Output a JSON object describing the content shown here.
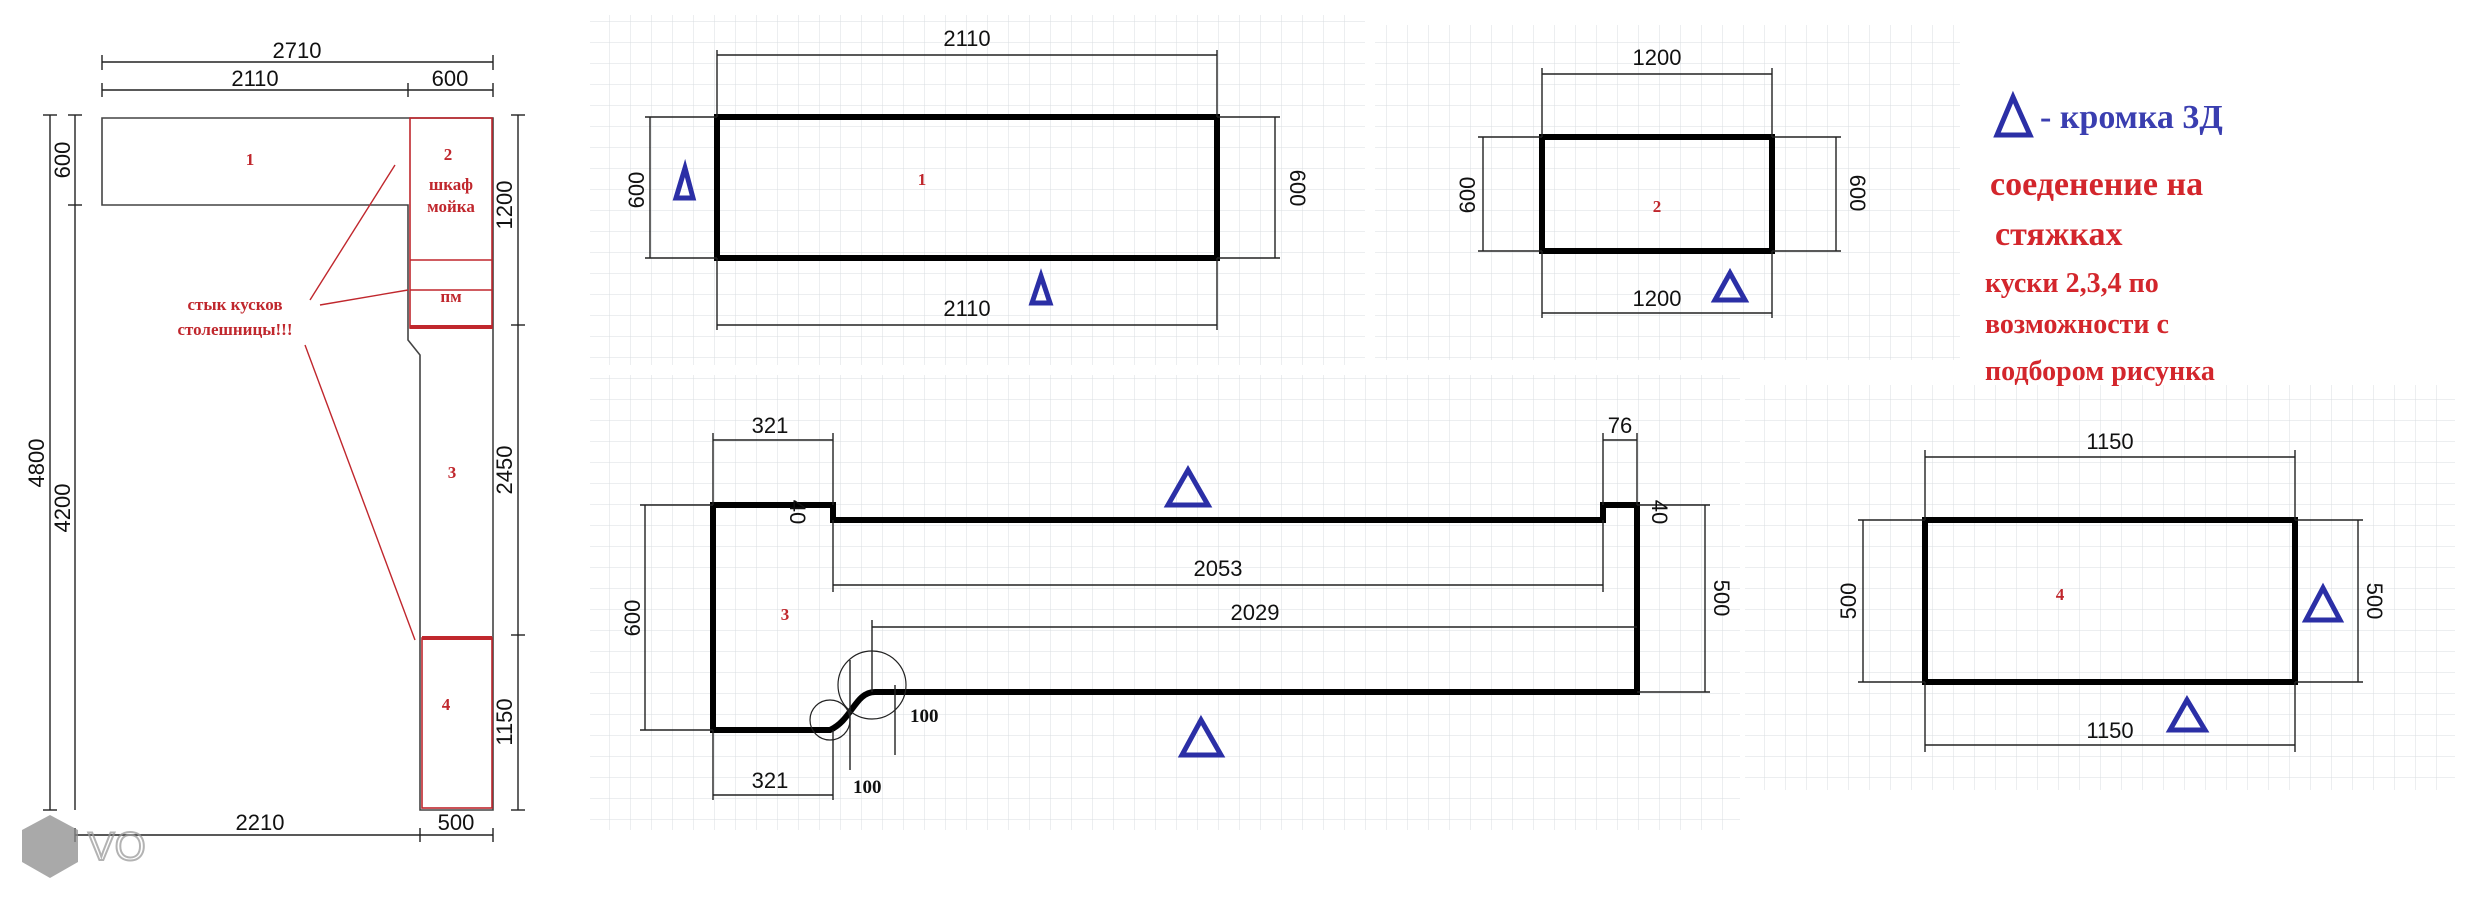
{
  "overview": {
    "dims": {
      "total_width": "2710",
      "top_left": "2110",
      "top_right": "600",
      "left_outer": "4800",
      "left_inner": "4200",
      "left_top": "600",
      "bottom_left": "2210",
      "bottom_right": "500",
      "right_1200": "1200",
      "right_2450": "2450",
      "right_1150": "1150"
    },
    "labels": {
      "piece1": "1",
      "piece2": "2",
      "cabinet_line1": "шкаф",
      "cabinet_line2": "мойка",
      "pm": "пм",
      "piece3": "3",
      "piece4": "4",
      "joint_line1": "стык кусков",
      "joint_line2": "столешницы!!!"
    }
  },
  "piece1": {
    "label": "1",
    "top": "2110",
    "bottom": "2110",
    "left": "600",
    "right": "600"
  },
  "piece2": {
    "label": "2",
    "top": "1200",
    "bottom": "1200",
    "left": "600",
    "right": "600"
  },
  "piece3": {
    "label": "3",
    "top_left": "321",
    "top_right": "76",
    "inner_len": "2053",
    "lower_len": "2029",
    "left": "600",
    "right": "500",
    "notch_left": "40",
    "notch_right": "40",
    "bottom_left": "321",
    "r1": "100",
    "r2": "100"
  },
  "piece4": {
    "label": "4",
    "top": "1150",
    "bottom": "1150",
    "left": "500",
    "right": "500"
  },
  "legend": {
    "edge_text": "- кромка 3Д",
    "joint_line1": "соеденение на",
    "joint_line2": "стяжках",
    "note_line1": "куски 2,3,4 по",
    "note_line2": "возможности с",
    "note_line3": "подбором рисунка"
  },
  "watermark": "VO",
  "colors": {
    "label_red": "#c0272d",
    "edge_blue": "#2b2fa6",
    "grid": "#d9dde0"
  }
}
